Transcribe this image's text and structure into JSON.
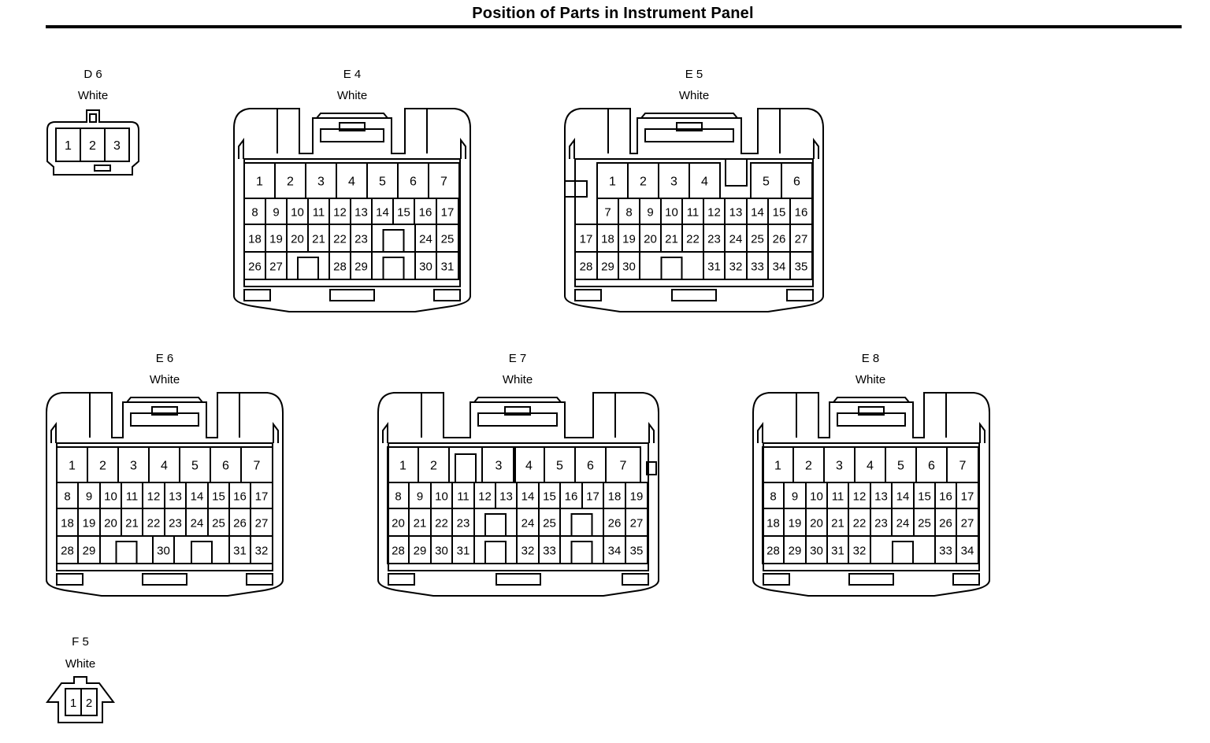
{
  "title": "Position of Parts in Instrument Panel",
  "connectors": [
    {
      "id": "D6",
      "code": "D 6",
      "color": "White",
      "rows": [
        [
          "1",
          "2",
          "3"
        ]
      ]
    },
    {
      "id": "E4",
      "code": "E 4",
      "color": "White",
      "rows": [
        [
          "1",
          "2",
          "3",
          "4",
          "5",
          "6",
          "7"
        ],
        [
          "8",
          "9",
          "10",
          "11",
          "12",
          "13",
          "14",
          "15",
          "16",
          "17"
        ],
        [
          "18",
          "19",
          "20",
          "21",
          "22",
          "23",
          "",
          "24",
          "25"
        ],
        [
          "26",
          "27",
          "",
          "28",
          "29",
          "",
          "30",
          "31"
        ]
      ]
    },
    {
      "id": "E5",
      "code": "E 5",
      "color": "White",
      "rows": [
        [
          "1",
          "2",
          "3",
          "4",
          "5",
          "6"
        ],
        [
          "7",
          "8",
          "9",
          "10",
          "11",
          "12",
          "13",
          "14",
          "15",
          "16"
        ],
        [
          "17",
          "18",
          "19",
          "20",
          "21",
          "22",
          "23",
          "24",
          "25",
          "26",
          "27"
        ],
        [
          "28",
          "29",
          "30",
          "",
          "31",
          "32",
          "33",
          "34",
          "35"
        ]
      ]
    },
    {
      "id": "E6",
      "code": "E 6",
      "color": "White",
      "rows": [
        [
          "1",
          "2",
          "3",
          "4",
          "5",
          "6",
          "7"
        ],
        [
          "8",
          "9",
          "10",
          "11",
          "12",
          "13",
          "14",
          "15",
          "16",
          "17"
        ],
        [
          "18",
          "19",
          "20",
          "21",
          "22",
          "23",
          "24",
          "25",
          "26",
          "27"
        ],
        [
          "28",
          "29",
          "",
          "30",
          "",
          "31",
          "32"
        ]
      ]
    },
    {
      "id": "E7",
      "code": "E 7",
      "color": "White",
      "rows": [
        [
          "1",
          "2",
          "",
          "3",
          "4",
          "5",
          "6",
          "7"
        ],
        [
          "8",
          "9",
          "10",
          "11",
          "12",
          "13",
          "14",
          "15",
          "16",
          "17",
          "18",
          "19"
        ],
        [
          "20",
          "21",
          "22",
          "23",
          "",
          "24",
          "25",
          "",
          "26",
          "27"
        ],
        [
          "28",
          "29",
          "30",
          "31",
          "",
          "32",
          "33",
          "",
          "34",
          "35"
        ]
      ]
    },
    {
      "id": "E8",
      "code": "E 8",
      "color": "White",
      "rows": [
        [
          "1",
          "2",
          "3",
          "4",
          "5",
          "6",
          "7"
        ],
        [
          "8",
          "9",
          "10",
          "11",
          "12",
          "13",
          "14",
          "15",
          "16",
          "17"
        ],
        [
          "18",
          "19",
          "20",
          "21",
          "22",
          "23",
          "24",
          "25",
          "26",
          "27"
        ],
        [
          "28",
          "29",
          "30",
          "31",
          "32",
          "",
          "33",
          "34"
        ]
      ]
    },
    {
      "id": "F5",
      "code": "F 5",
      "color": "White",
      "rows": [
        [
          "1",
          "2"
        ]
      ]
    }
  ]
}
